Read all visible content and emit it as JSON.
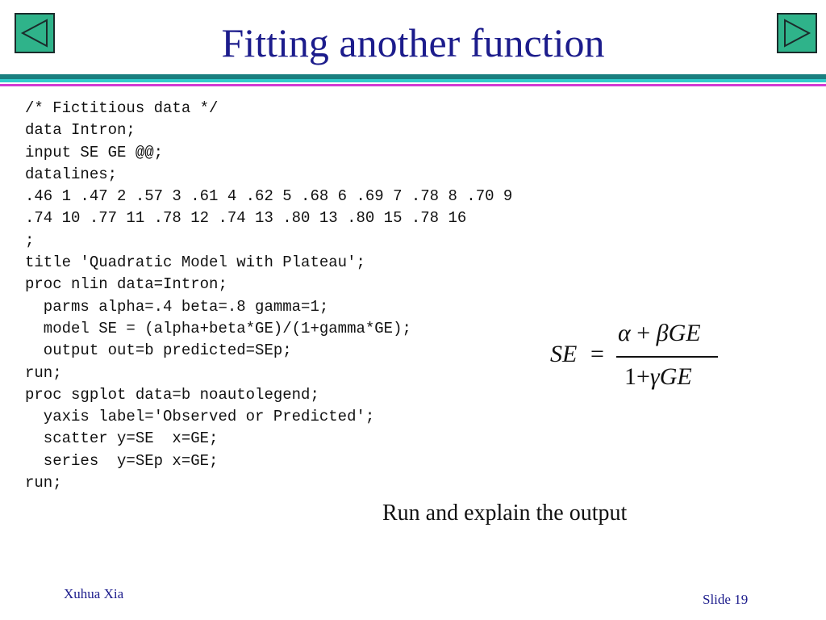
{
  "title": "Fitting another function",
  "code_lines": [
    "/* Fictitious data */",
    "data Intron;",
    "input SE GE @@;",
    "datalines;",
    ".46 1 .47 2 .57 3 .61 4 .62 5 .68 6 .69 7 .78 8 .70 9",
    ".74 10 .77 11 .78 12 .74 13 .80 13 .80 15 .78 16",
    ";",
    "title 'Quadratic Model with Plateau';",
    "proc nlin data=Intron;",
    "  parms alpha=.4 beta=.8 gamma=1;",
    "  model SE = (alpha+beta*GE)/(1+gamma*GE);",
    "  output out=b predicted=SEp;",
    "run;",
    "proc sgplot data=b noautolegend;",
    "  yaxis label='Observed or Predicted';",
    "  scatter y=SE  x=GE;",
    "  series  y=SEp x=GE;",
    "run;"
  ],
  "formula": {
    "lhs": "SE",
    "equals": "=",
    "numerator": {
      "alpha": "α",
      "plus": "+",
      "beta": "β",
      "var": "GE"
    },
    "denominator": {
      "one": "1",
      "plus": "+",
      "gamma": "γ",
      "var": "GE"
    }
  },
  "caption": "Run and explain the output",
  "footer": {
    "author": "Xuhua Xia",
    "slide_label": "Slide 19"
  },
  "nav": {
    "prev_icon": "triangle-left-icon",
    "next_icon": "triangle-right-icon"
  },
  "colors": {
    "title": "#1c1c8c",
    "nav_fill": "#2fb38a",
    "rule_teal": "#1a7f7f",
    "rule_cyan": "#33cccc",
    "rule_pink": "#d33bd3"
  }
}
